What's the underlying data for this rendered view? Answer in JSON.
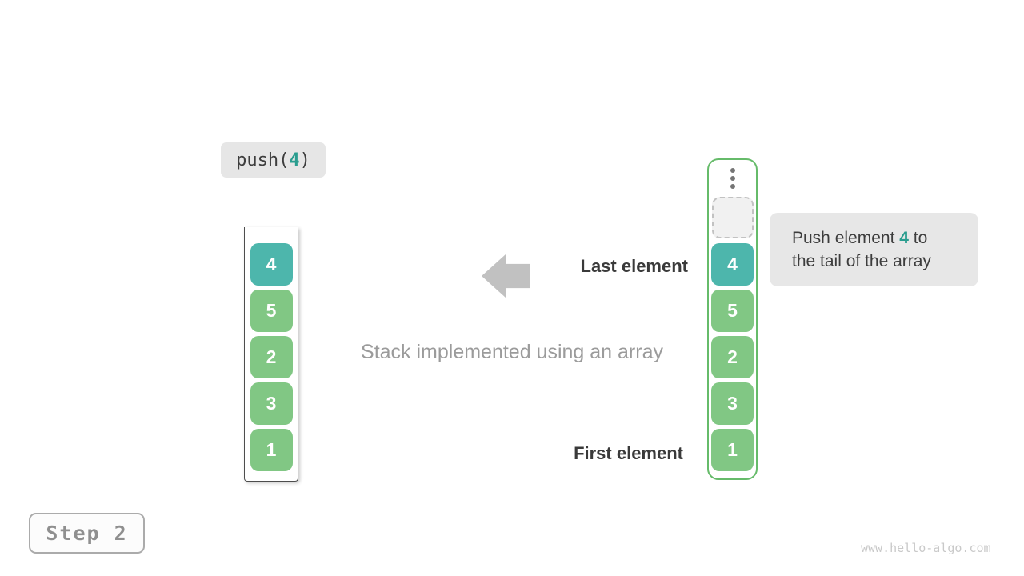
{
  "push_call": {
    "prefix": "push(",
    "arg": "4",
    "suffix": ")"
  },
  "left_stack": {
    "values": [
      "4",
      "5",
      "2",
      "3",
      "1"
    ],
    "highlight_index": 0
  },
  "right_stack": {
    "values": [
      "4",
      "5",
      "2",
      "3",
      "1"
    ],
    "highlight_index": 0,
    "has_empty_slot": "dashed placeholder above top element",
    "ellipsis": "⋮"
  },
  "labels": {
    "last_element": "Last element",
    "first_element": "First element",
    "caption": "Stack implemented using an array"
  },
  "callout": {
    "line1_prefix": "Push element ",
    "value": "4",
    "line1_suffix": " to",
    "line2": "the tail of the array"
  },
  "step_badge": {
    "label": "Step 2"
  },
  "watermark": {
    "text": "www.hello-algo.com"
  },
  "icons": {
    "ellipsis": "⋮",
    "arrow_left": "◀"
  },
  "colors": {
    "highlight_teal": "#4db6ac",
    "element_green": "#81c784",
    "array_border_green": "#66bb6a",
    "accent_text_teal": "#2a9d8f",
    "chip_gray": "#e6e6e6",
    "callout_gray": "#e7e7e7",
    "arrow_gray": "#c1c1c1",
    "dark_text": "#3a3a3a",
    "muted_text": "#9b9b9b"
  }
}
